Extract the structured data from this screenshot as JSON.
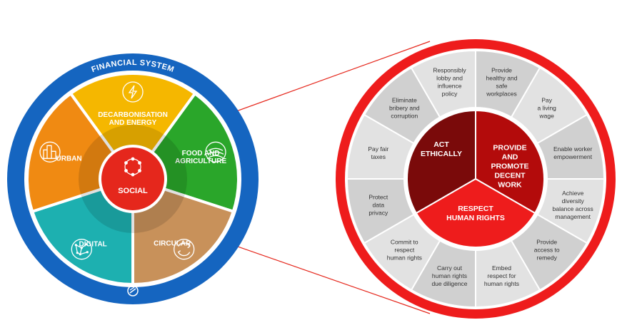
{
  "left_wheel": {
    "ring_label": "FINANCIAL SYSTEM",
    "center_label": "SOCIAL",
    "segments": [
      {
        "label": [
          "DECARBONISATION",
          "AND ENERGY"
        ],
        "color": "#F5B700",
        "icon": "lightning-icon"
      },
      {
        "label": [
          "FOOD AND",
          "AGRICULTURE"
        ],
        "color": "#2AA62A",
        "icon": "field-icon"
      },
      {
        "label": [
          "CIRCULAR"
        ],
        "color": "#C8915A",
        "icon": "recycle-icon"
      },
      {
        "label": [
          "DIGITAL"
        ],
        "color": "#1DB0B0",
        "icon": "network-icon"
      },
      {
        "label": [
          "URBAN"
        ],
        "color": "#F08A12",
        "icon": "buildings-icon"
      }
    ],
    "ring_color": "#1565C0",
    "center_color": "#E5271C"
  },
  "right_wheel": {
    "ring_color": "#EE1C1C",
    "core": [
      {
        "label": [
          "ACT",
          "ETHICALLY"
        ],
        "color": "#7A0A0A"
      },
      {
        "label": [
          "PROVIDE",
          "AND",
          "PROMOTE",
          "DECENT",
          "WORK"
        ],
        "color": "#B30B0B"
      },
      {
        "label": [
          "RESPECT",
          "HUMAN RIGHTS"
        ],
        "color": "#EE1C1C"
      }
    ],
    "outer": [
      [
        "Provide",
        "healthy and",
        "safe",
        "workplaces"
      ],
      [
        "Pay",
        "a living",
        "wage"
      ],
      [
        "Enable worker",
        "empowerment"
      ],
      [
        "Achieve",
        "diversity",
        "balance across",
        "management"
      ],
      [
        "Provide",
        "access to",
        "remedy"
      ],
      [
        "Embed",
        "respect for",
        "human rights"
      ],
      [
        "Carry out",
        "human rights",
        "due diligence"
      ],
      [
        "Commit to",
        "respect",
        "human rights"
      ],
      [
        "Protect",
        "data",
        "privacy"
      ],
      [
        "Pay fair",
        "taxes"
      ],
      [
        "Eliminate",
        "bribery and",
        "corruption"
      ],
      [
        "Responsibly",
        "lobby and",
        "influence",
        "policy"
      ]
    ],
    "outer_colors": [
      "#D0D0D0",
      "#E2E2E2"
    ]
  }
}
